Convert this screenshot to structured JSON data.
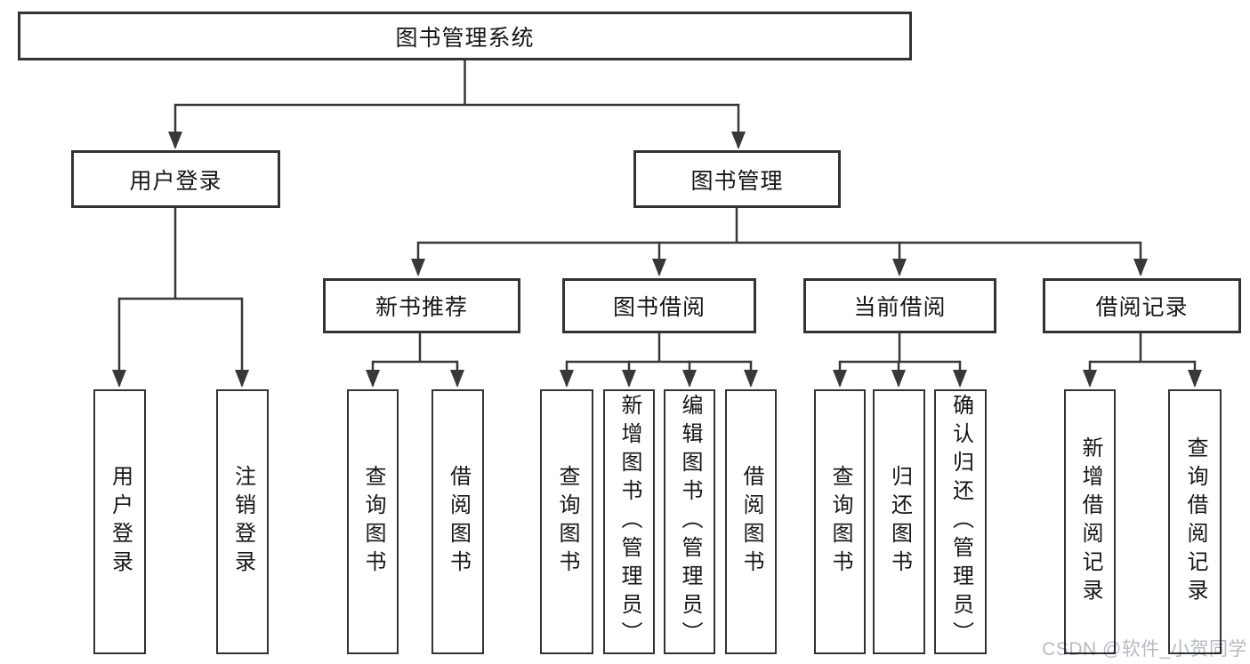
{
  "diagram_title": "图书管理系统",
  "tree": {
    "label": "图书管理系统",
    "children": [
      {
        "label": "用户登录",
        "children": [
          {
            "label": "用户登录"
          },
          {
            "label": "注销登录"
          }
        ]
      },
      {
        "label": "图书管理",
        "children": [
          {
            "label": "新书推荐",
            "children": [
              {
                "label": "查询图书"
              },
              {
                "label": "借阅图书"
              }
            ]
          },
          {
            "label": "图书借阅",
            "children": [
              {
                "label": "查询图书"
              },
              {
                "label": "新增图书（管理员）"
              },
              {
                "label": "编辑图书（管理员）"
              },
              {
                "label": "借阅图书"
              }
            ]
          },
          {
            "label": "当前借阅",
            "children": [
              {
                "label": "查询图书"
              },
              {
                "label": "归还图书"
              },
              {
                "label": "确认归还（管理员）"
              }
            ]
          },
          {
            "label": "借阅记录",
            "children": [
              {
                "label": "新增借阅记录"
              },
              {
                "label": "查询借阅记录"
              }
            ]
          }
        ]
      }
    ]
  },
  "watermark": "CSDN @软件_小贺同学",
  "colors": {
    "box_border": "#333333",
    "connector_line": "#383838",
    "text": "#161616",
    "watermark": "#b4bbc2",
    "background": "#ffffff"
  }
}
